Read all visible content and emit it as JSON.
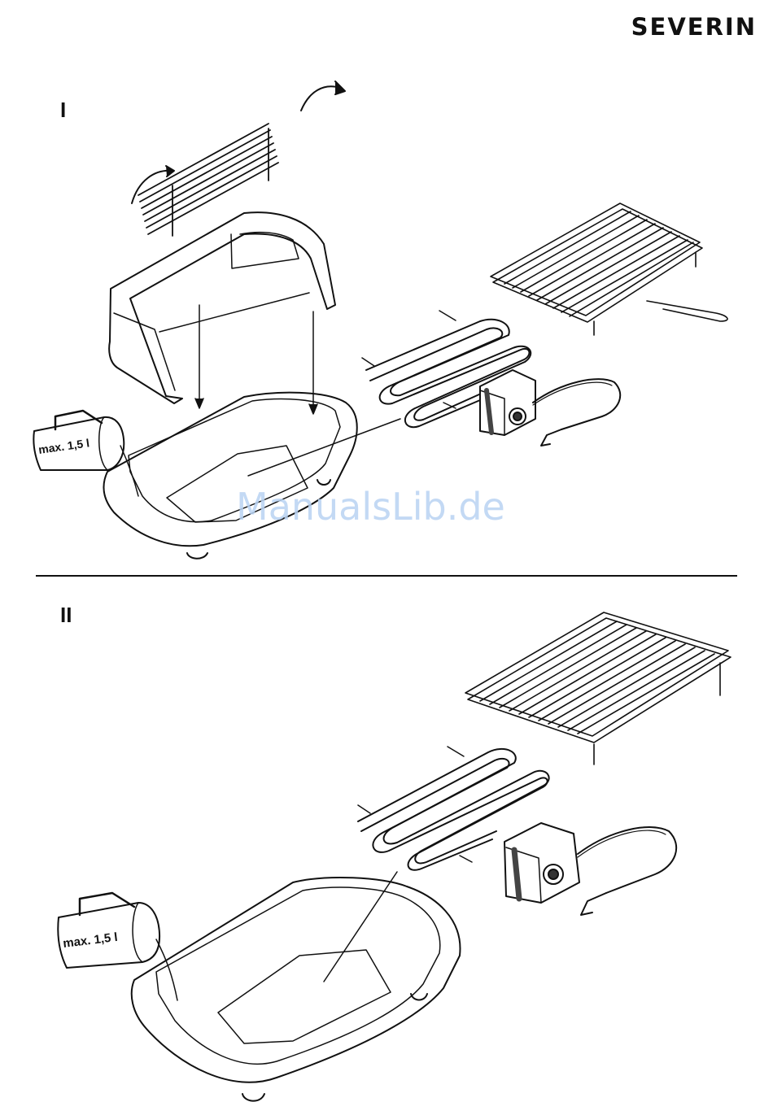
{
  "brand": "SEVERIN",
  "sections": [
    {
      "label": "I",
      "jug_label": "max. 1,5 l"
    },
    {
      "label": "II",
      "jug_label": "max. 1,5 l"
    }
  ],
  "watermark": "ManualsLib.de"
}
